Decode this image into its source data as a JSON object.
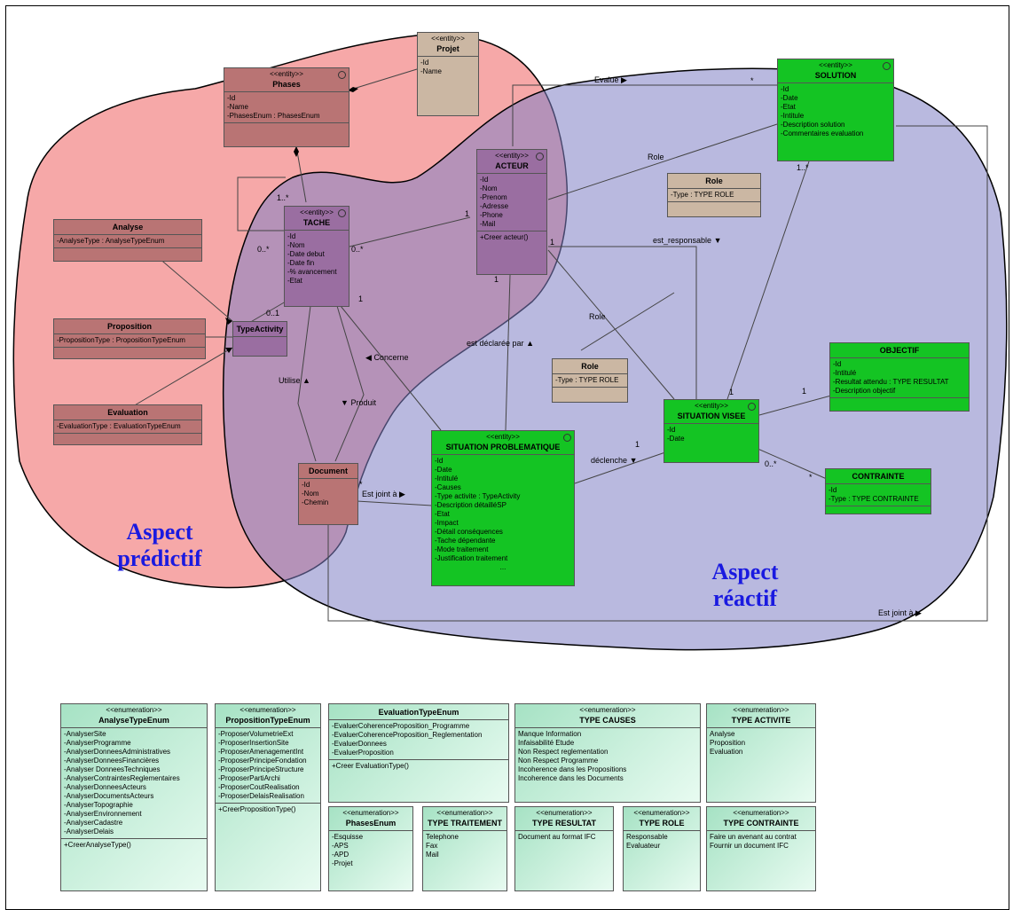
{
  "regions": {
    "predictif_line1": "Aspect",
    "predictif_line2": "prédictif",
    "reactif_line1": "Aspect",
    "reactif_line2": "réactif"
  },
  "classes": {
    "projet": {
      "stereotype": "<<entity>>",
      "name": "Projet",
      "attrs": [
        "-Id",
        "-Name"
      ]
    },
    "phases": {
      "stereotype": "<<entity>>",
      "name": "Phases",
      "attrs": [
        "-Id",
        "-Name",
        "-PhasesEnum : PhasesEnum"
      ]
    },
    "acteur": {
      "stereotype": "<<entity>>",
      "name": "ACTEUR",
      "attrs": [
        "-Id",
        "-Nom",
        "-Prenom",
        "-Adresse",
        "-Phone",
        "-Mail"
      ],
      "ops": [
        "+Creer acteur()"
      ]
    },
    "tache": {
      "stereotype": "<<entity>>",
      "name": "TACHE",
      "attrs": [
        "-Id",
        "-Nom",
        "-Date debut",
        "-Date fin",
        "-% avancement",
        "-Etat"
      ]
    },
    "analyse": {
      "name": "Analyse",
      "attrs": [
        "-AnalyseType : AnalyseTypeEnum"
      ]
    },
    "proposition": {
      "name": "Proposition",
      "attrs": [
        "-PropositionType : PropositionTypeEnum"
      ]
    },
    "evaluation": {
      "name": "Evaluation",
      "attrs": [
        "-EvaluationType : EvaluationTypeEnum"
      ]
    },
    "typeactivity": {
      "name": "TypeActivity"
    },
    "document": {
      "name": "Document",
      "attrs": [
        "-Id",
        "-Nom",
        "-Chemin"
      ]
    },
    "situation_prob": {
      "stereotype": "<<entity>>",
      "name": "SITUATION PROBLEMATIQUE",
      "attrs": [
        "-Id",
        "-Date",
        "-Intitulé",
        "-Causes",
        "-Type activite : TypeActivity",
        "-Description détailléSP",
        "-Etat",
        "-Impact",
        "-Détail conséquences",
        "-Tache dépendante",
        "-Mode traitement",
        "-Justification traitement"
      ],
      "ops": [
        "..."
      ]
    },
    "solution": {
      "stereotype": "<<entity>>",
      "name": "SOLUTION",
      "attrs": [
        "-Id",
        "-Date",
        "-Etat",
        "-Intitule",
        "-Description solution",
        "-Commentaires evaluation"
      ]
    },
    "role1": {
      "name": "Role",
      "attrs": [
        "-Type : TYPE ROLE"
      ]
    },
    "role2": {
      "name": "Role",
      "attrs": [
        "-Type : TYPE ROLE"
      ]
    },
    "objectif": {
      "name": "OBJECTIF",
      "attrs": [
        "-Id",
        "-Intitulé",
        "-Resultat attendu : TYPE RESULTAT",
        "-Description objectif"
      ]
    },
    "situation_visee": {
      "stereotype": "<<entity>>",
      "name": "SITUATION VISEE",
      "attrs": [
        "-Id",
        "-Date"
      ]
    },
    "contrainte": {
      "name": "CONTRAINTE",
      "attrs": [
        "-Id",
        "-Type : TYPE CONTRAINTE"
      ]
    }
  },
  "labels": {
    "evalue": "Evalue",
    "role_a": "Role",
    "role_b": "Role",
    "est_responsable": "est_responsable",
    "est_declaree_par": "est déclarée par",
    "concerne": "Concerne",
    "utilise": "Utilise",
    "produit": "Produit",
    "est_joint_a_1": "Est joint à",
    "est_joint_a_2": "Est joint à",
    "declenche": "déclenche",
    "m_star_evalue": "*",
    "m_1star_solution": "1..*",
    "m_1star_tache": "1..*",
    "m_0star_tache_left": "0..*",
    "m_0star_tache_right": "0..*",
    "m_01_tache": "0..1",
    "m_1_acteur_left": "1",
    "m_1_acteur_right": "1",
    "m_1_acteur_bottom": "1",
    "m_1_tache": "1",
    "m_1_sv_top": "1",
    "m_1_obj": "1",
    "m_1_declenche": "1",
    "m_0star_sv": "0..*",
    "m_star_contr": "*",
    "m_star_doc": "*"
  },
  "enums": {
    "analyse_type": {
      "stereotype": "<<enumeration>>",
      "name": "AnalyseTypeEnum",
      "values": [
        "-AnalyserSite",
        "-AnalyserProgramme",
        "-AnalyserDonneesAdministratives",
        "-AnalyserDonneesFinancières",
        "-Analyser DonneesTechniques",
        "-AnalyserContraintesReglementaires",
        "-AnalyserDonneesActeurs",
        "-AnalyserDocumentsActeurs",
        "-AnalyserTopographie",
        "-AnalyserEnvironnement",
        "-AnalyserCadastre",
        "-AnalyserDelais"
      ],
      "ops": [
        "+CreerAnalyseType()"
      ]
    },
    "proposition_type": {
      "stereotype": "<<enumeration>>",
      "name": "PropositionTypeEnum",
      "values": [
        "-ProposerVolumetrieExt",
        "-ProposerInsertionSite",
        "-ProposerAmenagementInt",
        "-ProposerPrincipeFondation",
        "-ProposerPrincipeStructure",
        "-ProposerPartiArchi",
        "-ProposerCoutRealisation",
        "-ProposerDelaisRealisation"
      ],
      "ops": [
        "+CreerPropositionType()"
      ]
    },
    "evaluation_type": {
      "name": "EvaluationTypeEnum",
      "values": [
        "-EvaluerCoherenceProposition_Programme",
        "-EvaluerCoherenceProposition_Reglementation",
        "-EvaluerDonnees",
        "-EvaluerProposition"
      ],
      "ops": [
        "+Creer EvaluationType()"
      ]
    },
    "type_causes": {
      "stereotype": "<<enumeration>>",
      "name": "TYPE CAUSES",
      "values": [
        "Manque Information",
        "Infaisabilité Etude",
        "Non Respect reglementation",
        "Non Respect Programme",
        "Incoherence dans les Propositions",
        "Incoherence dans les Documents"
      ]
    },
    "type_activite": {
      "stereotype": "<<enumeration>>",
      "name": "TYPE ACTIVITE",
      "values": [
        "Analyse",
        "Proposition",
        "Evaluation"
      ]
    },
    "phases_enum": {
      "stereotype": "<<enumeration>>",
      "name": "PhasesEnum",
      "values": [
        "-Esquisse",
        "-APS",
        "-APD",
        "-Projet"
      ]
    },
    "type_traitement": {
      "stereotype": "<<enumeration>>",
      "name": "TYPE TRAITEMENT",
      "values": [
        "Telephone",
        "Fax",
        "Mail"
      ]
    },
    "type_resultat": {
      "stereotype": "<<enumeration>>",
      "name": "TYPE RESULTAT",
      "values": [
        "Document au format IFC"
      ]
    },
    "type_role": {
      "stereotype": "<<enumeration>>",
      "name": "TYPE ROLE",
      "values": [
        "Responsable",
        "Evaluateur"
      ]
    },
    "type_contrainte": {
      "stereotype": "<<enumeration>>",
      "name": "TYPE CONTRAINTE",
      "values": [
        "Faire un avenant au contrat",
        "Fournir un document IFC"
      ]
    }
  }
}
